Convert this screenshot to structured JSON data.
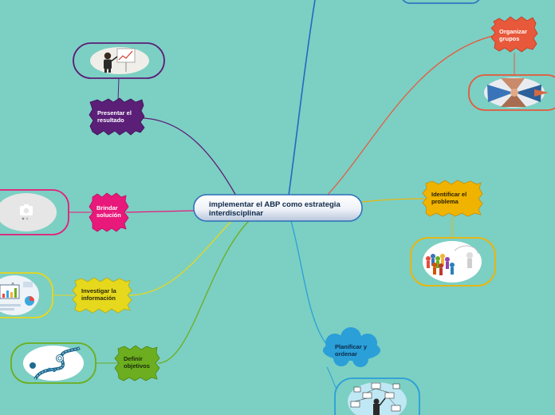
{
  "central_topic": "implementar el ABP como estrategia interdisciplinar",
  "topics": {
    "presentar": "Presentar el resultado",
    "brindar": "Brindar solución",
    "investigar": "Investigar la información",
    "definir": "Definir objetivos",
    "organizar": "Organizar grupos",
    "identificar": "Identificar el problema",
    "planificar": "Planificar y ordenar"
  },
  "colors": {
    "background": "#7ccfc3",
    "presentar": "#5b1f78",
    "brindar": "#e8197a",
    "investigar": "#e6d81c",
    "definir": "#6cae1f",
    "organizar": "#e8583a",
    "identificar": "#f0b400",
    "planificar": "#2a9fd8",
    "top_branch": "#2169c2"
  },
  "icons": {
    "presentar": "presenter-icon",
    "brindar": "camera-placeholder-icon",
    "investigar": "data-dashboard-icon",
    "definir": "goal-path-icon",
    "organizar": "team-hands-icon",
    "identificar": "pawn-group-icon",
    "planificar": "organizer-chart-icon"
  }
}
